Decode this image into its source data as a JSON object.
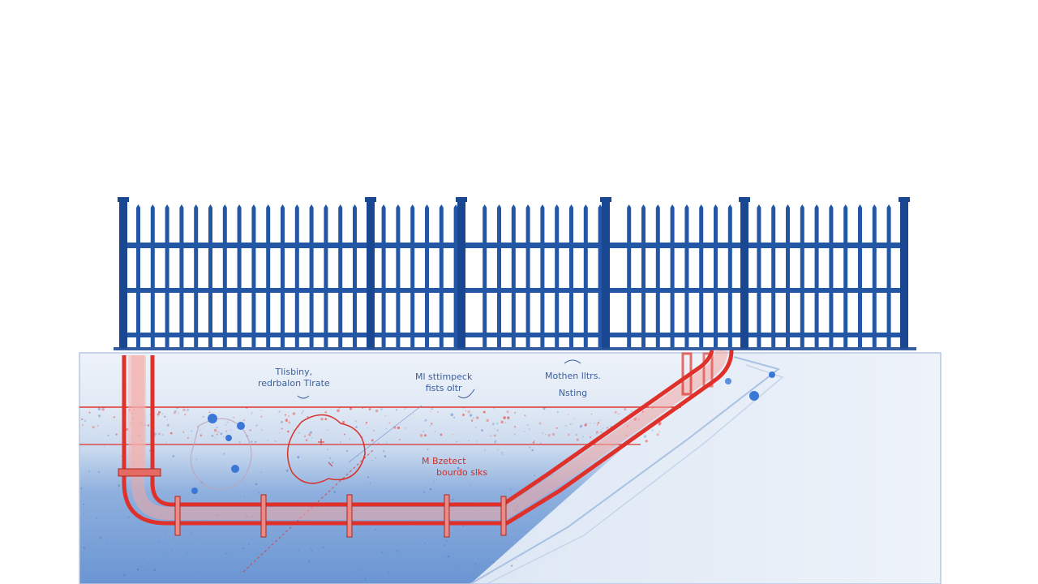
{
  "colors": {
    "fence": "#2356a4",
    "fence_dark": "#1a4791",
    "pipe": "#e0302a",
    "pipe_light": "#f28b86",
    "soil_top": "#e4ecf6",
    "soil_mid": "#c5d6ec",
    "soil_deep": "#6f99d6",
    "label_blue": "#3a5e9e",
    "label_red": "#c8322c"
  },
  "labels": {
    "left_line1": "Tlisbiny,",
    "left_line2": "redrbalon Tlrate",
    "center_line1": "Ml sttimpeck",
    "center_line2": "fists oltr",
    "right_line1": "Mothen lltrs.",
    "right_line2": "Nsting",
    "bottom_line1": "M Bzetect",
    "bottom_line2": "bourdo slks"
  }
}
